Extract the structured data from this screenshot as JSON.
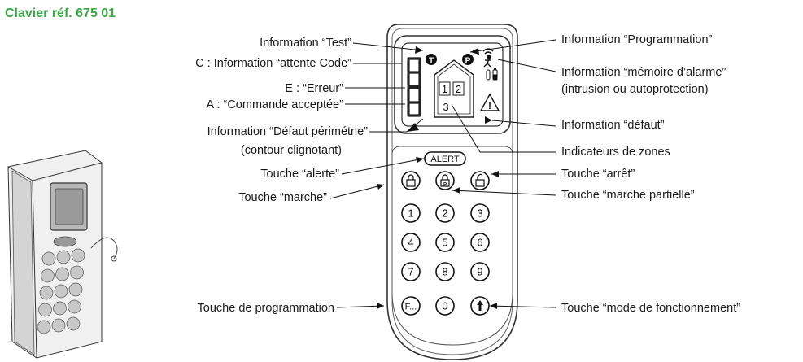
{
  "title": "Clavier réf. 675 01",
  "callouts_left": {
    "test": "Information “Test”",
    "attente_code": "C : Information “attente Code”",
    "erreur": "E : “Erreur”",
    "commande": "A : “Commande acceptée”",
    "defaut_perimetrie_1": "Information “Défaut périmétrie”",
    "defaut_perimetrie_2": "(contour clignotant)",
    "alerte": "Touche “alerte”",
    "marche": "Touche “marche”",
    "programmation_key": "Touche de programmation"
  },
  "callouts_right": {
    "programmation": "Information “Programmation”",
    "memoire_1": "Information “mémoire d’alarme”",
    "memoire_2": "(intrusion ou autoprotection)",
    "defaut": "Information “défaut”",
    "zones": "Indicateurs de zones",
    "arret": "Touche “arrêt”",
    "marche_partielle": "Touche “marche partielle”",
    "mode": "Touche “mode de fonctionnement”"
  },
  "display": {
    "test_symbol": "T",
    "prog_symbol": "P",
    "zone_1": "1",
    "zone_2": "2",
    "zone_3": "3",
    "defaut_symbol": "!"
  },
  "keypad": {
    "alert_label": "ALERT",
    "keys": [
      "1",
      "2",
      "3",
      "4",
      "5",
      "6",
      "7",
      "8",
      "9",
      "F...",
      "0",
      ""
    ]
  }
}
